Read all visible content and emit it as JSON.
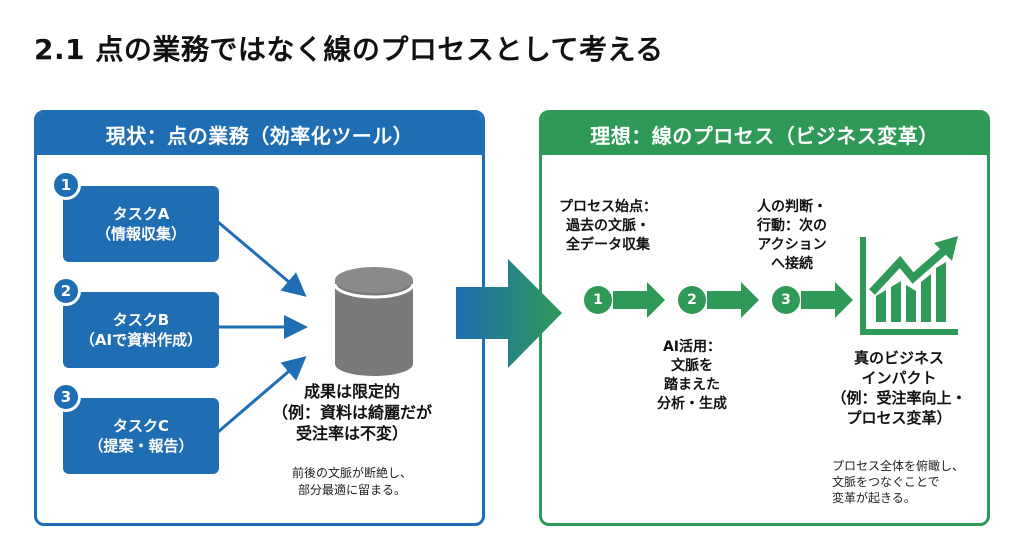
{
  "title": "2.1 点の業務ではなく線のプロセスとして考える",
  "colors": {
    "current_blue": "#1f6db3",
    "ideal_green": "#2f9a57",
    "cylinder_gray": "#7a7a7a"
  },
  "current": {
    "header": "現状：点の業務（効率化ツール）",
    "tasks": [
      {
        "number": "1",
        "name": "タスクA",
        "detail": "（情報収集）"
      },
      {
        "number": "2",
        "name": "タスクB",
        "detail": "（AIで資料作成）"
      },
      {
        "number": "3",
        "name": "タスクC",
        "detail": "（提案・報告）"
      }
    ],
    "result_icon": "database-cylinder-icon",
    "result_lines": [
      "成果は限定的",
      "（例：資料は綺麗だが",
      "受注率は不変）"
    ],
    "note_lines": [
      "前後の文脈が断絶し、",
      "部分最適に留まる。"
    ]
  },
  "transition_icon": "gradient-arrow-right-icon",
  "ideal": {
    "header": "理想：線のプロセス（ビジネス変革）",
    "steps": [
      {
        "number": "1",
        "label_lines": [
          "プロセス始点：",
          "過去の文脈・",
          "全データ収集"
        ]
      },
      {
        "number": "2",
        "label_lines": [
          "AI活用：",
          "文脈を",
          "踏まえた",
          "分析・生成"
        ]
      },
      {
        "number": "3",
        "label_lines": [
          "人の判断・",
          "行動：次の",
          "アクション",
          "へ接続"
        ]
      }
    ],
    "impact_icon": "growth-chart-icon",
    "impact_lines": [
      "真のビジネス",
      "インパクト",
      "（例：受注率向上・",
      "プロセス変革）"
    ],
    "note_lines": [
      "プロセス全体を俯瞰し、",
      "文脈をつなぐことで",
      "変革が起きる。"
    ]
  }
}
